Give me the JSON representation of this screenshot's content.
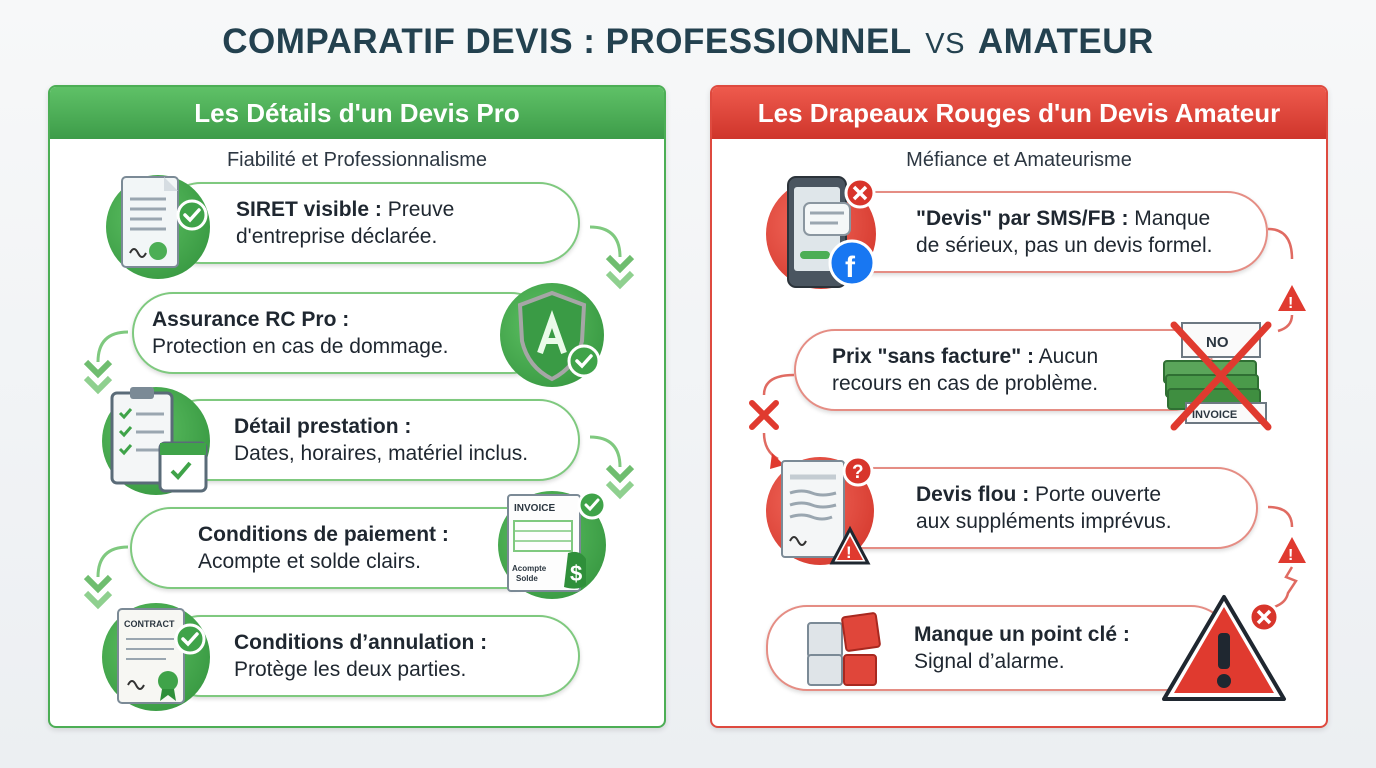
{
  "title": {
    "main": "COMPARATIF DEVIS : PROFESSIONNEL",
    "vs": "VS",
    "end": "AMATEUR"
  },
  "pro": {
    "header": "Les Détails d'un Devis Pro",
    "subtitle": "Fiabilité et Professionnalisme",
    "items": [
      {
        "bold": "SIRET visible :",
        "rest1": " Preuve",
        "rest2": "d'entreprise déclarée."
      },
      {
        "bold": "Assurance RC Pro :",
        "rest1": "",
        "rest2": "Protection en cas de dommage."
      },
      {
        "bold": "Détail prestation :",
        "rest1": "",
        "rest2": "Dates, horaires, matériel inclus."
      },
      {
        "bold": "Conditions de paiement :",
        "rest1": "",
        "rest2": "Acompte et solde clairs."
      },
      {
        "bold": "Conditions d’annulation :",
        "rest1": "",
        "rest2": "Protège les deux parties."
      }
    ],
    "icon_labels": {
      "invoice": "INVOICE",
      "acompte": "Acompte",
      "solde": "Solde",
      "contract": "CONTRACT"
    }
  },
  "amateur": {
    "header": "Les Drapeaux Rouges d'un Devis Amateur",
    "subtitle": "Méfiance et Amateurisme",
    "items": [
      {
        "bold": "\"Devis\" par SMS/FB :",
        "rest1": " Manque",
        "rest2": "de sérieux, pas un devis formel."
      },
      {
        "bold": "Prix \"sans facture\" :",
        "rest1": " Aucun",
        "rest2": "recours en cas de problème."
      },
      {
        "bold": "Devis flou :",
        "rest1": " Porte ouverte",
        "rest2": "aux suppléments imprévus."
      },
      {
        "bold": "Manque un point clé :",
        "rest1": "",
        "rest2": "Signal d’alarme."
      }
    ],
    "icon_labels": {
      "no": "NO",
      "invoice": "INVOICE"
    }
  },
  "colors": {
    "green": "#4cae55",
    "red": "#de4a3f",
    "title": "#23414f"
  },
  "icons": {
    "pro": [
      "document-check-icon",
      "shield-check-icon",
      "clipboard-calendar-icon",
      "invoice-money-icon",
      "contract-seal-icon"
    ],
    "amateur": [
      "phone-facebook-icon",
      "no-invoice-cash-icon",
      "blurry-document-warning-icon",
      "puzzle-warning-icon"
    ]
  }
}
